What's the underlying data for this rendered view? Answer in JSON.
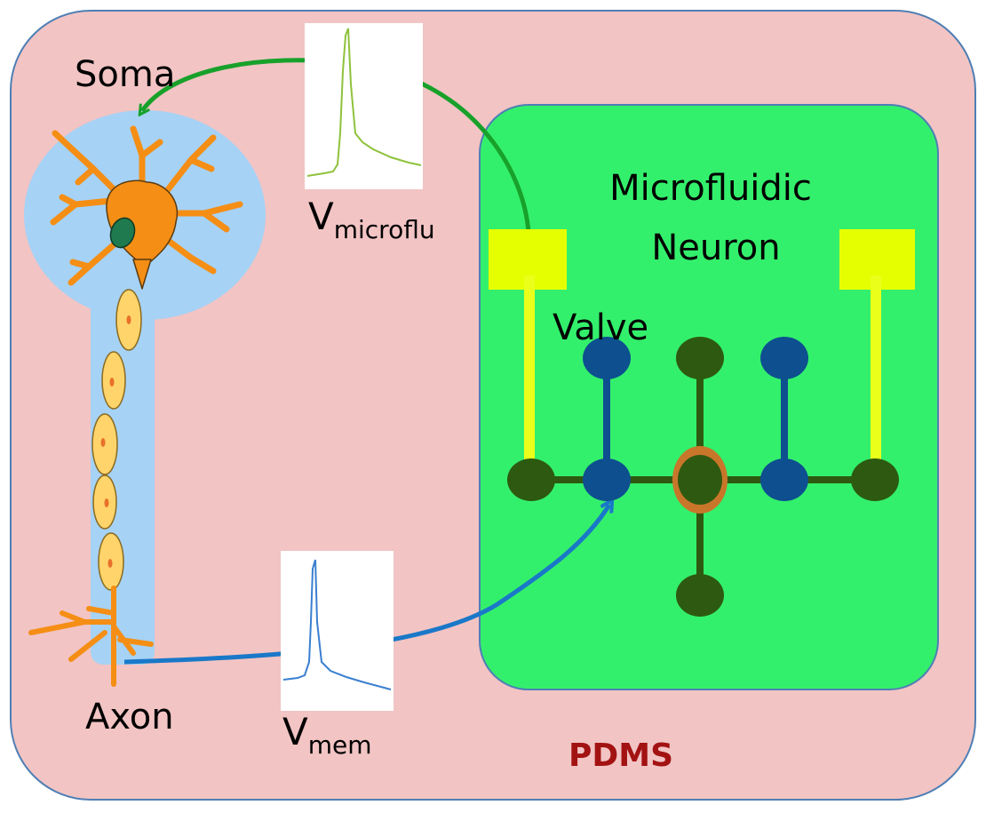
{
  "labels": {
    "soma": "Soma",
    "axon": "Axon",
    "microfluidic_line1": "Microfluidic",
    "microfluidic_line2": "Neuron",
    "valve": "Valve",
    "pdms": "PDMS",
    "v_microflu_main": "V",
    "v_microflu_sub": "microflu",
    "v_mem_main": "V",
    "v_mem_sub": "mem"
  },
  "colors": {
    "pdms_fill": "#f2c4c4",
    "pdms_border": "#4f7fb4",
    "pdms_text": "#a31212",
    "microfluidic_fill": "#33f06c",
    "neuron_bg": "#a6d2f5",
    "neuron_orange": "#f58e14",
    "axon_segment": "#ffd46a",
    "nucleus": "#1f7a4f",
    "yellow_pad": "#e6ff00",
    "yellow_line": "#eaff1a",
    "dark_green": "#2d5a10",
    "blue_node": "#0d4f8f",
    "orange_center": "#c8762a",
    "green_arrow": "#18a12a",
    "blue_arrow": "#1a78c8",
    "trace_green": "#8fc23c",
    "trace_blue": "#3a7fd0"
  }
}
